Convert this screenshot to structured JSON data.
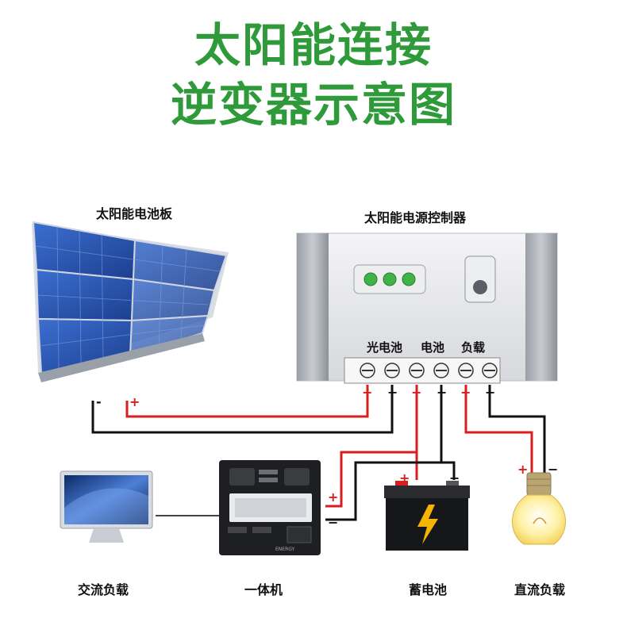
{
  "title": {
    "line1": "太阳能连接",
    "line2": "逆变器示意图"
  },
  "labels": {
    "solar_panel": "太阳能电池板",
    "controller": "太阳能电源控制器",
    "ac_load": "交流负载",
    "inverter": "一体机",
    "battery": "蓄电池",
    "dc_load": "直流负载"
  },
  "controller_terminals": {
    "pv": "光电池",
    "battery": "电池",
    "load": "负载"
  },
  "polarity": {
    "plus": "+",
    "minus": "−",
    "minus_short": "-"
  },
  "inverter_panel_text": "ENERGY",
  "colors": {
    "title": "#2f9a3a",
    "positive_wire": "#d81e1e",
    "negative_wire": "#111111",
    "battery_bolt": "#f5b400"
  }
}
